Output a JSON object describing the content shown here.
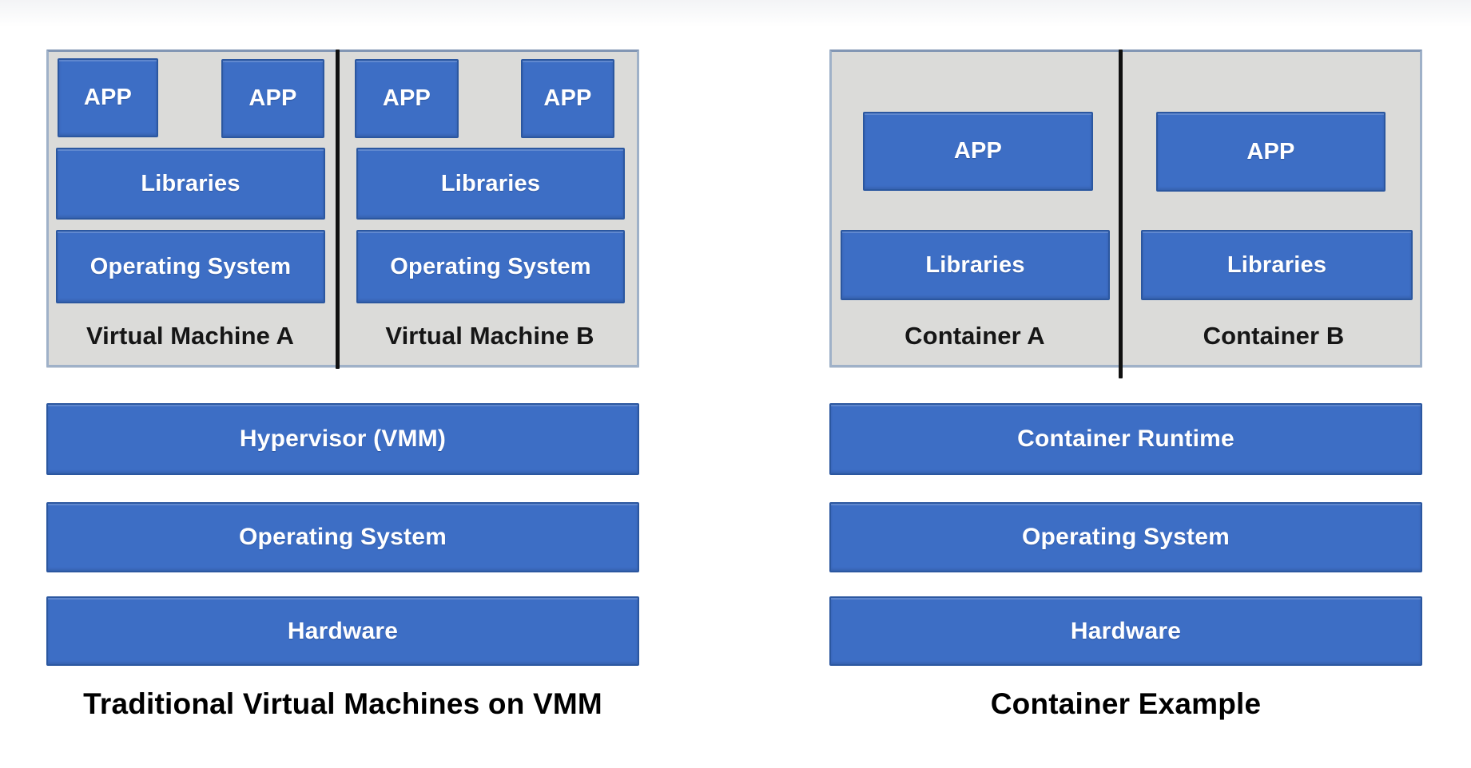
{
  "colors": {
    "block_blue": "#3d6ec5",
    "block_blue_border": "#2b57a0",
    "group_gray": "#dbdbd9",
    "group_border": "#9fb1c8",
    "divider_black": "#101010",
    "label_black": "#161616",
    "background_white": "#ffffff"
  },
  "left_diagram": {
    "caption": "Traditional Virtual Machines on VMM",
    "vms": [
      {
        "label": "Virtual Machine A",
        "apps": [
          "APP",
          "APP"
        ],
        "libraries": "Libraries",
        "os": "Operating System"
      },
      {
        "label": "Virtual Machine B",
        "apps": [
          "APP",
          "APP"
        ],
        "libraries": "Libraries",
        "os": "Operating System"
      }
    ],
    "stack": {
      "hypervisor": "Hypervisor (VMM)",
      "os": "Operating System",
      "hardware": "Hardware"
    }
  },
  "right_diagram": {
    "caption": "Container Example",
    "containers": [
      {
        "label": "Container A",
        "app": "APP",
        "libraries": "Libraries"
      },
      {
        "label": "Container B",
        "app": "APP",
        "libraries": "Libraries"
      }
    ],
    "stack": {
      "runtime": "Container Runtime",
      "os": "Operating System",
      "hardware": "Hardware"
    }
  }
}
